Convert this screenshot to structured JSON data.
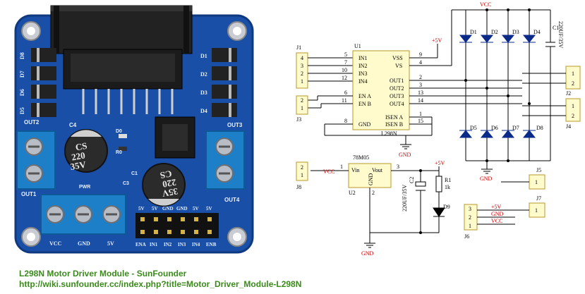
{
  "caption": {
    "line1": "L298N Motor Driver Module - SunFounder",
    "line2": "http://wiki.sunfounder.cc/index.php?title=Motor_Driver_Module-L298N"
  },
  "board": {
    "out1": "OUT1",
    "out2": "OUT2",
    "out3": "OUT3",
    "out4": "OUT4",
    "c4": "C4",
    "d0": "D0",
    "r0": "R0",
    "c1": "C1",
    "c3": "C3",
    "pwr": "PWR",
    "cap_big1": [
      "CS",
      "220",
      "35V"
    ],
    "cap_big2": [
      "35V",
      "220",
      "CS"
    ],
    "diode_left": [
      "D8",
      "D7",
      "D6",
      "D5"
    ],
    "diode_right": [
      "D1",
      "D2",
      "D3",
      "D4"
    ],
    "power_pins": [
      "VCC",
      "GND",
      "5V"
    ],
    "header_top": [
      "5V",
      "5V",
      "GND",
      "GND",
      "5V",
      "5V"
    ],
    "header_bottom": [
      "ENA",
      "IN1",
      "IN2",
      "IN3",
      "IN4",
      "ENB"
    ]
  },
  "schematic": {
    "vcc": "VCC",
    "plus5v": "+5V",
    "j1": "J1",
    "j1_pins": [
      "4",
      "3",
      "2",
      "1"
    ],
    "u1": "U1",
    "u1_part": "L298N",
    "pin_nums_left": [
      "5",
      "7",
      "10",
      "12"
    ],
    "inputs": [
      "IN1",
      "IN2",
      "IN3",
      "IN4"
    ],
    "vss": "VSS",
    "vs": "VS",
    "pin9": "9",
    "pin4": "4",
    "outputs": [
      "OUT1",
      "OUT2",
      "OUT3",
      "OUT4"
    ],
    "pin_nums_out": [
      "2",
      "3",
      "13",
      "14"
    ],
    "ena": "EN A",
    "enb": "EN B",
    "pin6": "6",
    "pin11": "11",
    "gnd_pin": "GND",
    "pin8": "8",
    "isena": "ISEN A",
    "isenb": "ISEN B",
    "pin1": "1",
    "pin15": "15",
    "j3": "J3",
    "j3_pins": [
      "2",
      "1"
    ],
    "j2": "J2",
    "j2_pins": [
      "1",
      "2"
    ],
    "j4": "J4",
    "j4_pins": [
      "1",
      "2"
    ],
    "diodes_top": [
      "D1",
      "D2",
      "D3",
      "D4"
    ],
    "diodes_bottom": [
      "D5",
      "D6",
      "D7",
      "D8"
    ],
    "c1": "C1",
    "c1_value": "220UF/35V",
    "gnd": "GND",
    "u2_part": "78M05",
    "u2": "U2",
    "vin": "Vin",
    "vout": "Vout",
    "u2_gnd": "GND",
    "u2_pin1": "1",
    "u2_pin3": "3",
    "u2_pin2": "2",
    "j8": "J8",
    "j8_pins": [
      "2",
      "1"
    ],
    "c2": "C2",
    "c2_value": "220UF/35V",
    "r1": "R1",
    "r1_value": "1k",
    "d9": "D9",
    "j5": "J5",
    "j5_pin": "1",
    "j7": "J7",
    "j7_pin": "1",
    "j6": "J6",
    "j6_pins": [
      "3",
      "2",
      "1"
    ],
    "j6_labels": [
      "+5V",
      "GND",
      "VCC"
    ]
  }
}
